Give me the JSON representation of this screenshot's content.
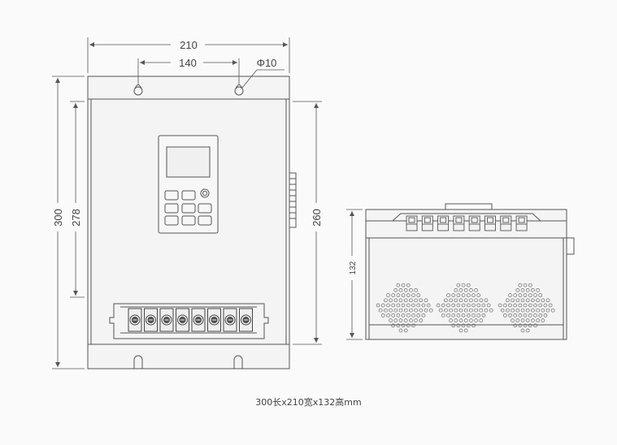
{
  "dimensions": {
    "overall_width": "210",
    "mount_spacing": "140",
    "hole_diameter": "Φ10",
    "overall_height": "300",
    "mount_height": "278",
    "side_height": "260",
    "depth": "132"
  },
  "caption": "300长x210宽x132高mm"
}
